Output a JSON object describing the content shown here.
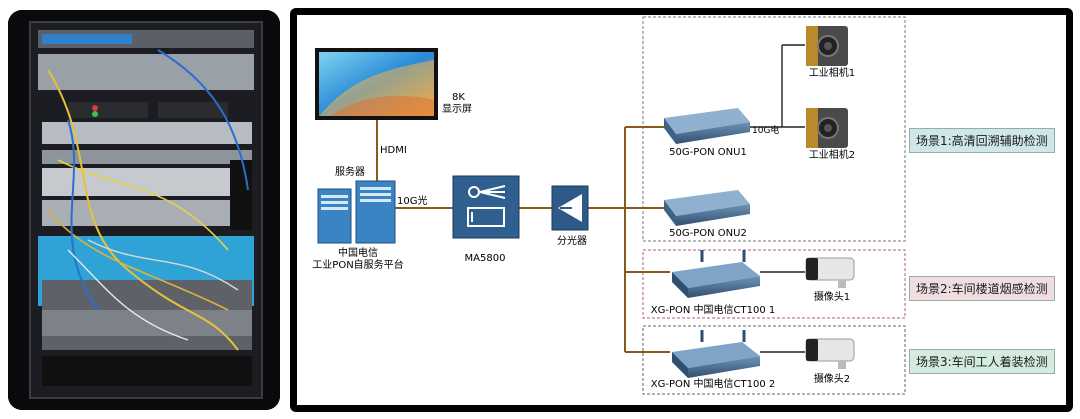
{
  "diagram": {
    "display": {
      "line1": "8K",
      "line2": "显示屏"
    },
    "hdmi_label": "HDMI",
    "server": {
      "title": "服务器",
      "caption_line1": "中国电信",
      "caption_line2": "工业PON自服务平台"
    },
    "link_10g_optical": "10G光",
    "olt": {
      "name": "MA5800"
    },
    "splitter": {
      "name": "分光器"
    },
    "onu1": {
      "name": "50G-PON ONU1"
    },
    "onu2": {
      "name": "50G-PON ONU2"
    },
    "link_10g_electric": "10G电",
    "camera1": {
      "name": "工业相机1"
    },
    "camera2": {
      "name": "工业相机2"
    },
    "ct100_1": {
      "name": "XG-PON 中国电信CT100 1"
    },
    "ct100_2": {
      "name": "XG-PON 中国电信CT100 2"
    },
    "cam_a": {
      "name": "摄像头1"
    },
    "cam_b": {
      "name": "摄像头2"
    },
    "scenes": [
      {
        "label": "场景1:高清回溯辅助检测",
        "bg": "#cfe6ea"
      },
      {
        "label": "场景2:车间楼道烟感检测",
        "bg": "#f0dde0"
      },
      {
        "label": "场景3:车间工人着装检测",
        "bg": "#d4ebe0"
      }
    ]
  },
  "colors": {
    "link": "#8a5a18",
    "device_blue": "#3a6f9a",
    "server_blue": "#2e7fbf",
    "frame": "#000000"
  }
}
